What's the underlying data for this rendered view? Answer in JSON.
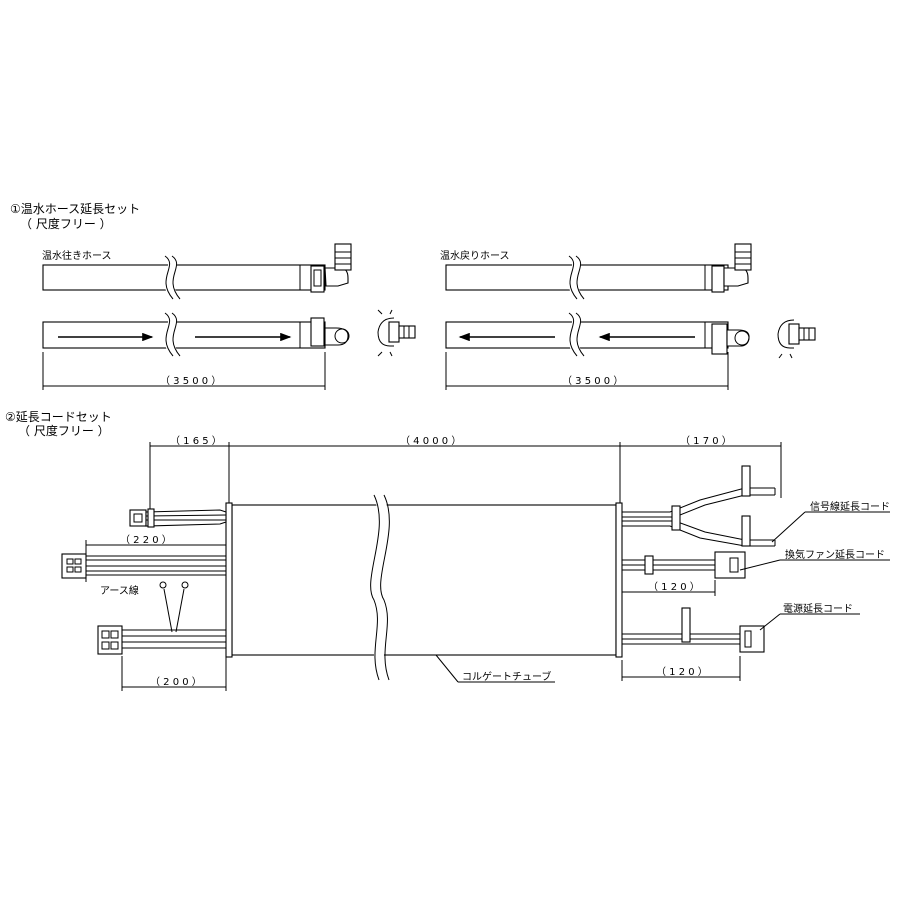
{
  "section1": {
    "title": "①温水ホース延長セット",
    "subtitle": "（ 尺度フリー ）",
    "hose_out_label": "温水往きホース",
    "hose_return_label": "温水戻りホース",
    "dim_left": "（ 3 5 0 0 ）",
    "dim_right": "（ 3 5 0 0 ）"
  },
  "section2": {
    "title": "②延長コードセット",
    "subtitle": "（ 尺度フリー ）",
    "dim_165": "（ 1 6 5 ）",
    "dim_4000": "（ 4 0 0 0 ）",
    "dim_170": "（ 1 7 0 ）",
    "dim_220": "（ 2 2 0 ）",
    "dim_120a": "（ 1 2 0 ）",
    "dim_200": "（ 2 0 0 ）",
    "dim_120b": "（ 1 2 0 ）",
    "earth_label": "アース線",
    "signal_label": "信号線延長コード",
    "fan_label": "換気ファン延長コード",
    "power_label": "電源延長コード",
    "tube_label": "コルゲートチューブ"
  }
}
